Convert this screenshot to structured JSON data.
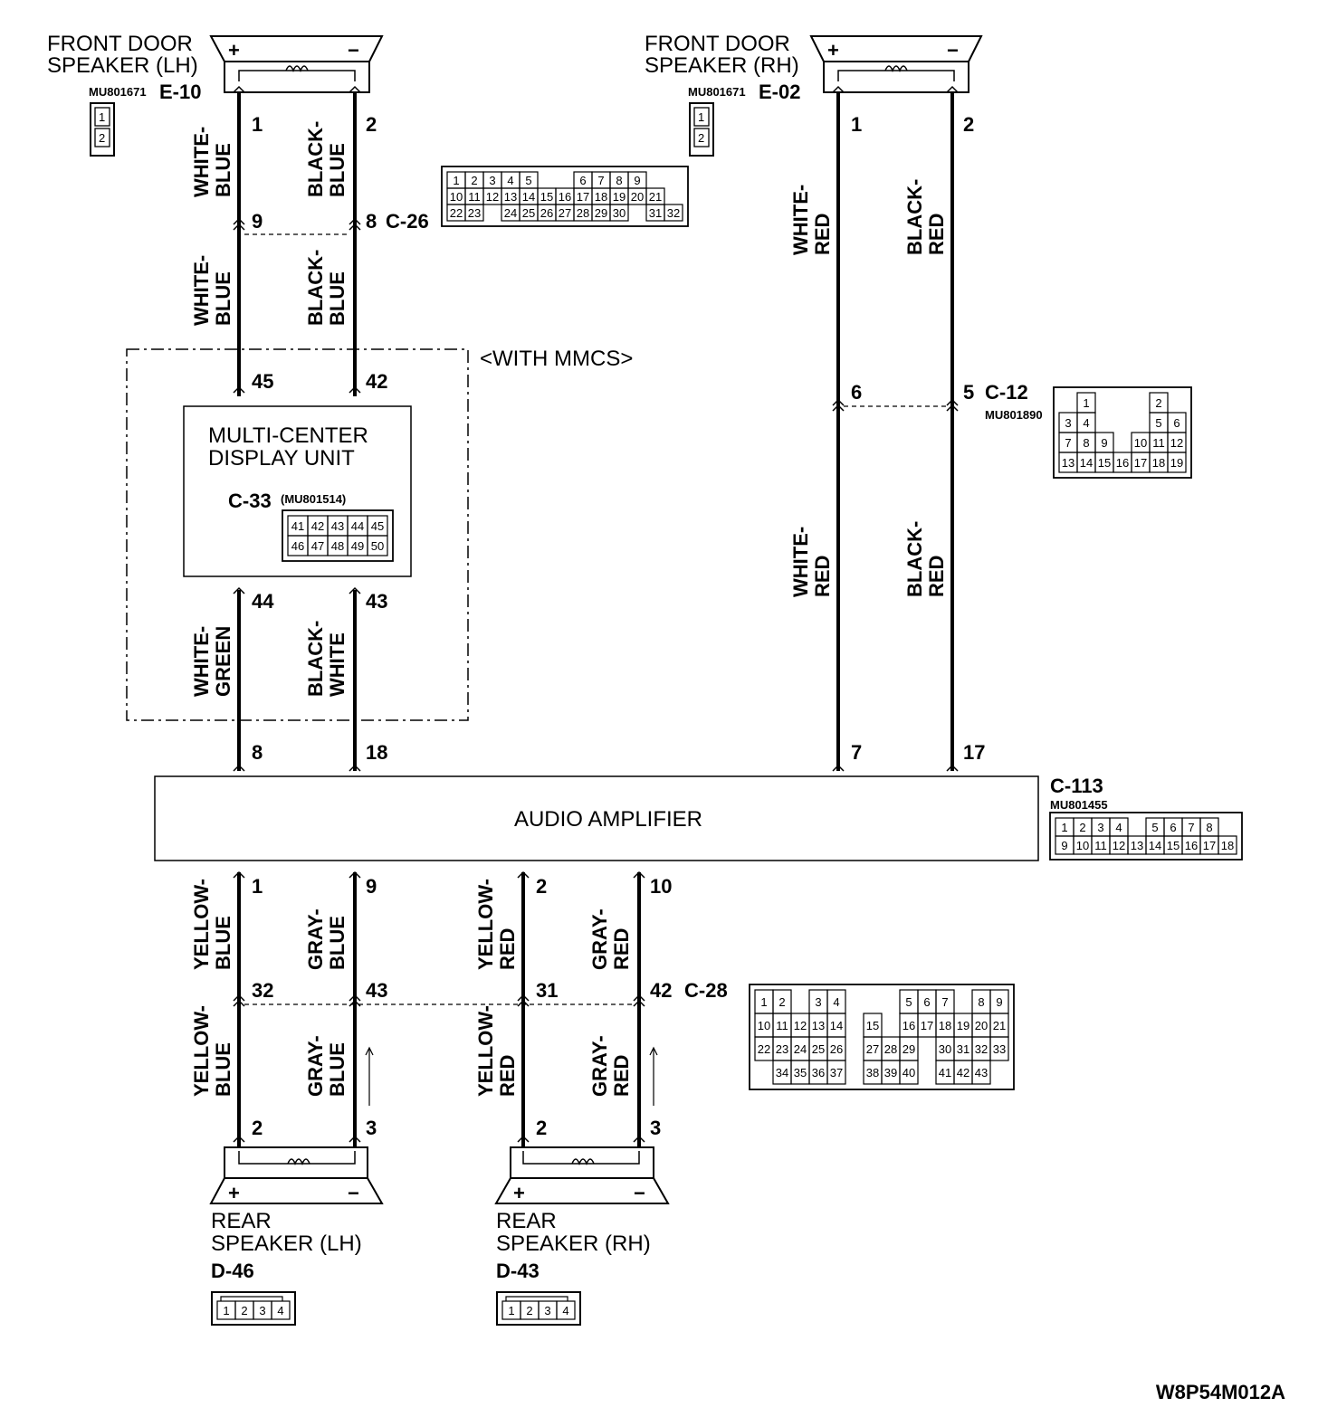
{
  "title_code": "W8P54M012A",
  "front_left": {
    "name": [
      "FRONT DOOR",
      "SPEAKER (LH)"
    ],
    "connector": "E-10",
    "part": "MU801671",
    "pins": [
      "1",
      "2"
    ],
    "terminal_labels": [
      "+",
      "−"
    ],
    "housing": [
      "1",
      "2"
    ]
  },
  "front_right": {
    "name": [
      "FRONT DOOR",
      "SPEAKER (RH)"
    ],
    "connector": "E-02",
    "part": "MU801671",
    "pins": [
      "1",
      "2"
    ],
    "terminal_labels": [
      "+",
      "−"
    ],
    "housing": [
      "1",
      "2"
    ]
  },
  "c26": {
    "connector": "C-26",
    "pins": [
      "9",
      "8"
    ],
    "grid": [
      [
        "1",
        "2",
        "3",
        "4",
        "5",
        "",
        "",
        "6",
        "7",
        "8",
        "9"
      ],
      [
        "10",
        "11",
        "12",
        "13",
        "14",
        "15",
        "16",
        "17",
        "18",
        "19",
        "20",
        "21"
      ],
      [
        "22",
        "23",
        "",
        "24",
        "25",
        "26",
        "27",
        "28",
        "29",
        "30",
        "",
        "31",
        "32"
      ]
    ]
  },
  "c12": {
    "connector": "C-12",
    "part": "MU801890",
    "pins": [
      "6",
      "5"
    ],
    "grid": [
      [
        "",
        "1",
        "",
        "",
        "",
        "2",
        ""
      ],
      [
        "3",
        "4",
        "",
        "",
        "",
        "5",
        "6"
      ],
      [
        "7",
        "8",
        "9",
        "",
        "10",
        "11",
        "12"
      ],
      [
        "13",
        "14",
        "15",
        "16",
        "17",
        "18",
        "19"
      ]
    ]
  },
  "mmcs": {
    "note": "<WITH MMCS>",
    "unit_name": [
      "MULTI-CENTER",
      "DISPLAY UNIT"
    ],
    "connector": "C-33",
    "part": "(MU801514)",
    "pins_top": [
      "45",
      "42"
    ],
    "pins_bottom": [
      "44",
      "43"
    ],
    "grid": [
      [
        "41",
        "42",
        "43",
        "44",
        "45"
      ],
      [
        "46",
        "47",
        "48",
        "49",
        "50"
      ]
    ]
  },
  "amplifier": {
    "name": "AUDIO AMPLIFIER",
    "connector": "C-113",
    "part": "MU801455",
    "pins_top": [
      "8",
      "18",
      "7",
      "17"
    ],
    "pins_bottom": [
      "1",
      "9",
      "2",
      "10"
    ],
    "grid": [
      [
        "1",
        "2",
        "3",
        "4",
        "",
        "5",
        "6",
        "7",
        "8"
      ],
      [
        "9",
        "10",
        "11",
        "12",
        "13",
        "14",
        "15",
        "16",
        "17",
        "18"
      ]
    ]
  },
  "c28": {
    "connector": "C-28",
    "pins": [
      "32",
      "43",
      "31",
      "42"
    ],
    "grid": [
      [
        "1",
        "2",
        "",
        "3",
        "4",
        "",
        "",
        "",
        "5",
        "6",
        "7",
        "",
        "8",
        "9"
      ],
      [
        "10",
        "11",
        "12",
        "13",
        "14",
        "",
        "15",
        "",
        "16",
        "17",
        "18",
        "19",
        "20",
        "21"
      ],
      [
        "22",
        "23",
        "24",
        "25",
        "26",
        "",
        "27",
        "28",
        "29",
        "",
        "30",
        "31",
        "32",
        "33"
      ],
      [
        "",
        "34",
        "35",
        "36",
        "37",
        "",
        "38",
        "39",
        "40",
        "",
        "41",
        "42",
        "43",
        ""
      ]
    ]
  },
  "rear_left": {
    "name": [
      "REAR",
      "SPEAKER (LH)"
    ],
    "connector": "D-46",
    "pins": [
      "2",
      "3"
    ],
    "terminal_labels": [
      "+",
      "−"
    ],
    "housing": [
      "1",
      "2",
      "3",
      "4"
    ]
  },
  "rear_right": {
    "name": [
      "REAR",
      "SPEAKER (RH)"
    ],
    "connector": "D-43",
    "pins": [
      "2",
      "3"
    ],
    "terminal_labels": [
      "+",
      "−"
    ],
    "housing": [
      "1",
      "2",
      "3",
      "4"
    ]
  },
  "wires": {
    "fl_plus_upper": [
      "WHITE-",
      "BLUE"
    ],
    "fl_minus_upper": [
      "BLACK-",
      "BLUE"
    ],
    "fl_plus_lower": [
      "WHITE-",
      "BLUE"
    ],
    "fl_minus_lower": [
      "BLACK-",
      "BLUE"
    ],
    "mmcs_plus_out": [
      "WHITE-",
      "GREEN"
    ],
    "mmcs_minus_out": [
      "BLACK-",
      "WHITE"
    ],
    "fr_plus_upper": [
      "WHITE-",
      "RED"
    ],
    "fr_minus_upper": [
      "BLACK-",
      "RED"
    ],
    "fr_plus_lower": [
      "WHITE-",
      "RED"
    ],
    "fr_minus_lower": [
      "BLACK-",
      "RED"
    ],
    "rl_plus_upper": [
      "YELLOW-",
      "BLUE"
    ],
    "rl_minus_upper": [
      "GRAY-",
      "BLUE"
    ],
    "rr_plus_upper": [
      "YELLOW-",
      "RED"
    ],
    "rr_minus_upper": [
      "GRAY-",
      "RED"
    ],
    "rl_plus_lower": [
      "YELLOW-",
      "BLUE"
    ],
    "rl_minus_lower": [
      "GRAY-",
      "BLUE"
    ],
    "rr_plus_lower": [
      "YELLOW-",
      "RED"
    ],
    "rr_minus_lower": [
      "GRAY-",
      "RED"
    ]
  }
}
